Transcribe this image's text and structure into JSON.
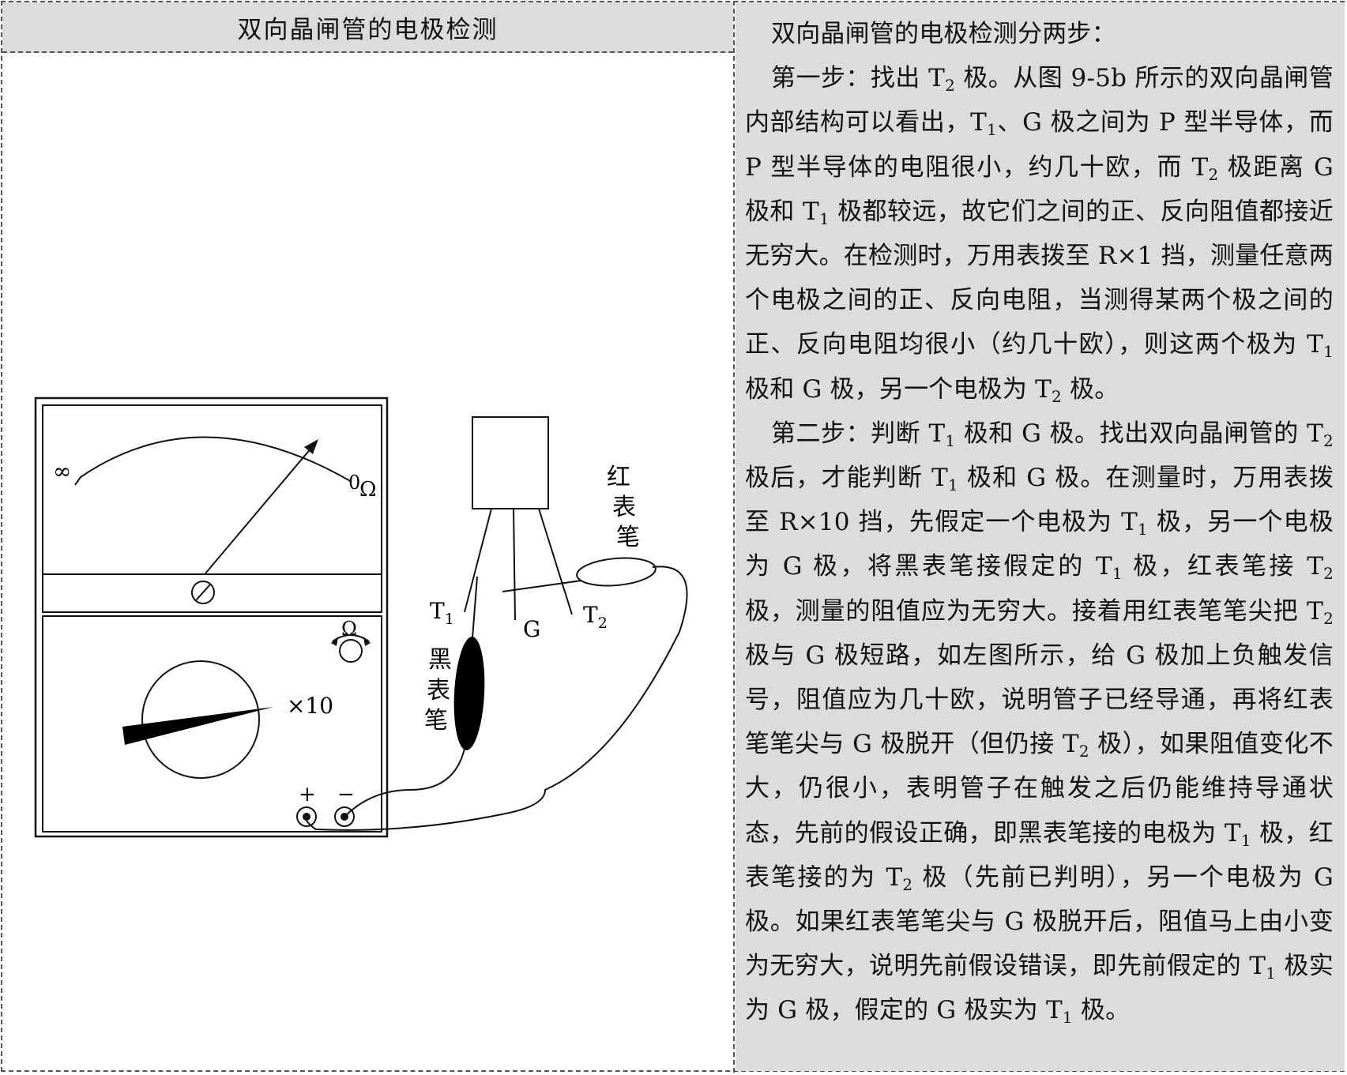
{
  "left": {
    "header": "双向晶闸管的电极检测"
  },
  "diagram": {
    "scale_infinity": "∞",
    "scale_zero": "0",
    "scale_ohm": "Ω",
    "zero_adjust": "⊘",
    "range_label": "×10",
    "ohm_knob": "Ω",
    "terminal_plus": "+",
    "terminal_minus": "−",
    "pin_t1": "T",
    "pin_t1_sub": "1",
    "pin_g": "G",
    "pin_t2": "T",
    "pin_t2_sub": "2",
    "red_probe": [
      "红",
      "表",
      "笔"
    ],
    "black_probe": [
      "黑",
      "表",
      "笔"
    ]
  },
  "right": {
    "paragraphs": [
      [
        "双向晶闸管的电极检测分两步："
      ],
      [
        "第一步：找出 T",
        "2",
        " 极。从图 9-5b 所示的双向晶闸管内部结构可以看出，T",
        "1",
        "、G 极之间为 P 型半导体，而 P 型半导体的电阻很小，约几十欧，而 T",
        "2",
        " 极距离 G 极和 T",
        "1",
        " 极都较远，故它们之间的正、反向阻值都接近无穷大。在检测时，万用表拨至 R×1 挡，测量任意两个电极之间的正、反向电阻，当测得某两个极之间的正、反向电阻均很小（约几十欧），则这两个极为 T",
        "1",
        " 极和 G 极，另一个电极为 T",
        "2",
        " 极。"
      ],
      [
        "第二步：判断 T",
        "1",
        " 极和 G 极。找出双向晶闸管的 T",
        "2",
        " 极后，才能判断 T",
        "1",
        " 极和 G 极。在测量时，万用表拨至 R×10 挡，先假定一个电极为 T",
        "1",
        " 极，另一个电极为 G 极，将黑表笔接假定的 T",
        "1",
        " 极，红表笔接 T",
        "2",
        " 极，测量的阻值应为无穷大。接着用红表笔笔尖把 T",
        "2",
        " 极与 G 极短路，如左图所示，给 G 极加上负触发信号，阻值应为几十欧，说明管子已经导通，再将红表笔笔尖与 G 极脱开（但仍接 T",
        "2",
        " 极），如果阻值变化不大，仍很小，表明管子在触发之后仍能维持导通状态，先前的假设正确，即黑表笔接的电极为 T",
        "1",
        " 极，红表笔接的为 T",
        "2",
        " 极（先前已判明），另一个电极为 G 极。如果红表笔笔尖与 G 极脱开后，阻值马上由小变为无穷大，说明先前假设错误，即先前假定的 T",
        "1",
        " 极实为 G 极，假定的 G 极实为 T",
        "1",
        " 极。"
      ]
    ]
  }
}
